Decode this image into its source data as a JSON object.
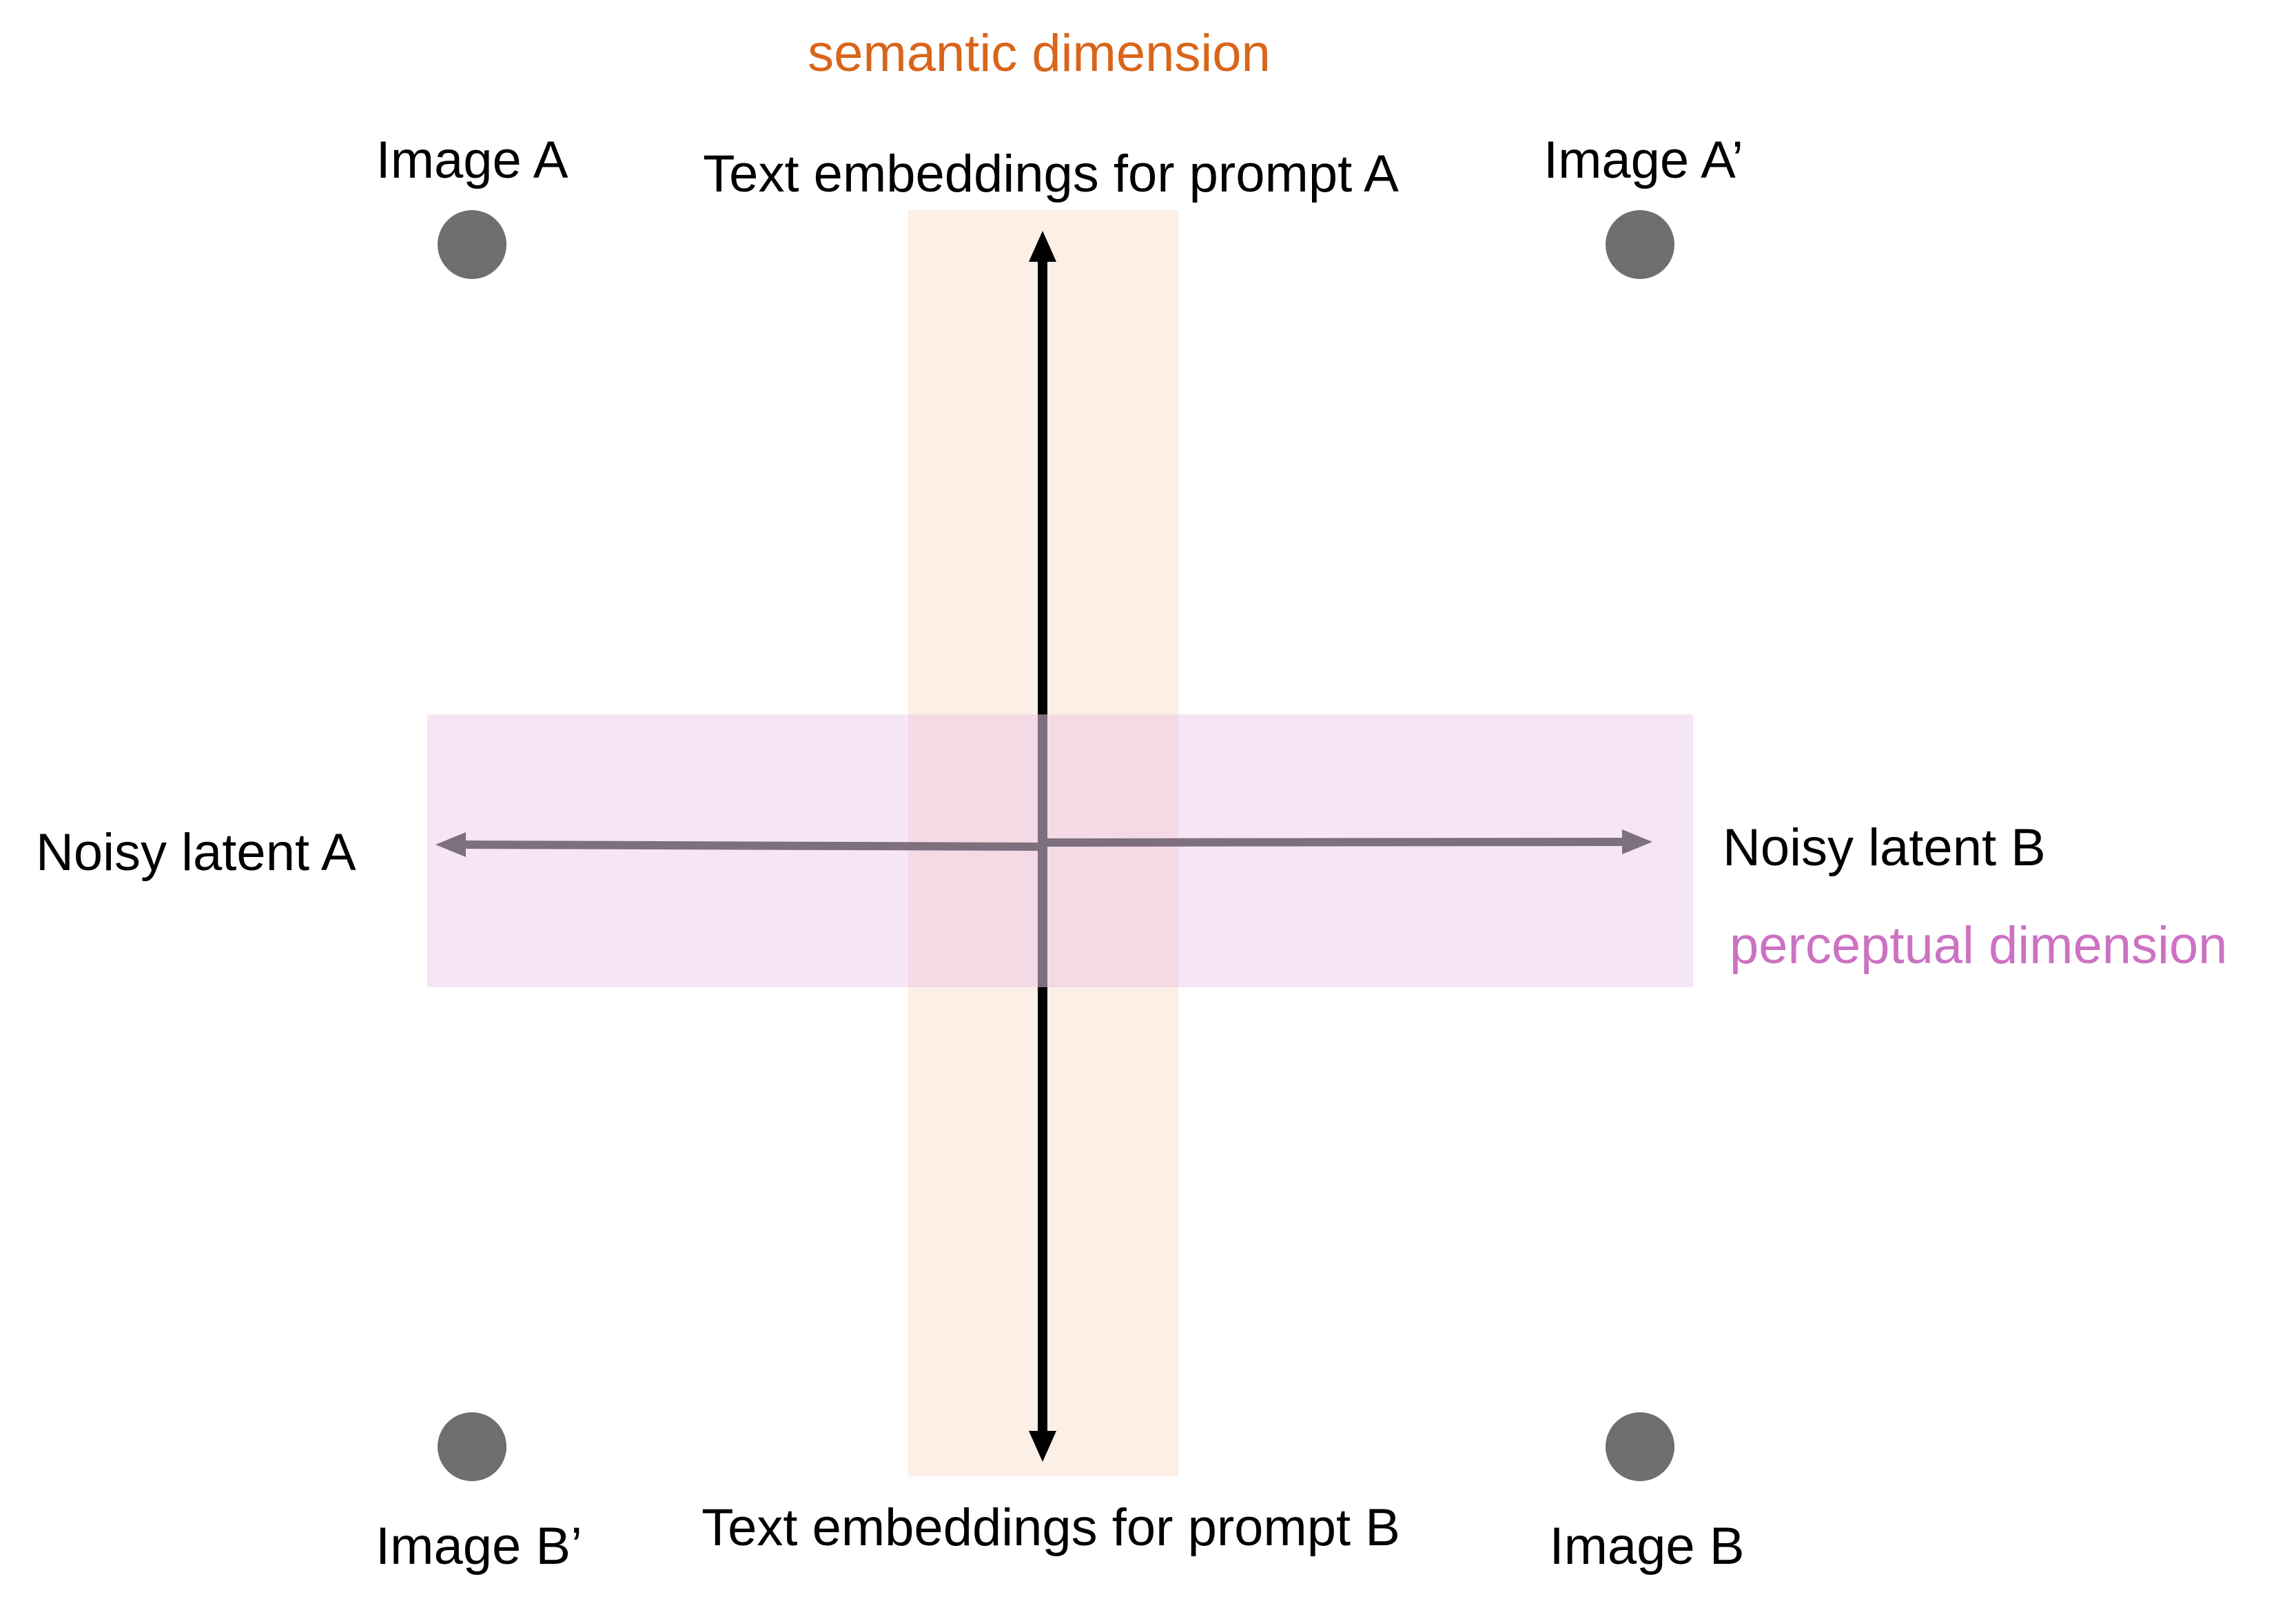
{
  "semantic_label": "semantic dimension",
  "perceptual_label": "perceptual dimension",
  "colors": {
    "semantic": "#d9651a",
    "perceptual": "#cc72c2",
    "semantic_band": "#fcefe6",
    "perceptual_band": "#f5e2f3",
    "horizontal_axis": "#7e6f7e",
    "vertical_axis": "#000000",
    "point": "#6e6e6e"
  },
  "top_prompt": "Text embeddings for prompt  A",
  "bottom_prompt": "Text embeddings for prompt  B",
  "left_latent": "Noisy latent A",
  "right_latent": "Noisy latent B",
  "images": {
    "top_left": "Image A",
    "top_right": "Image A’",
    "bottom_left": "Image B’",
    "bottom_right": "Image B"
  }
}
